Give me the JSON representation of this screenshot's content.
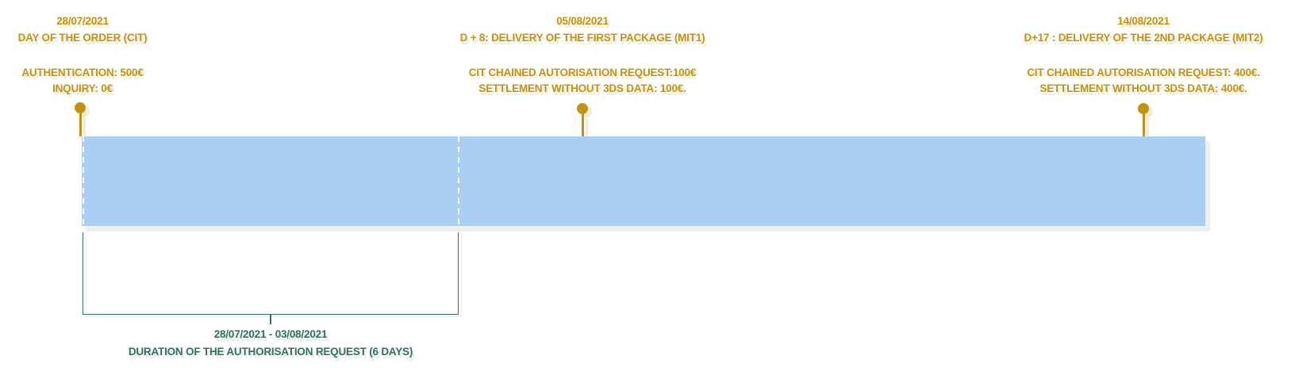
{
  "type": "timeline",
  "palette": {
    "gold": "#C29312",
    "gold_shadow": "#F6ECCD",
    "teal": "#2E725F",
    "teal_shadow": "#E4EDE8",
    "bar_blue": "#ABCFF3"
  },
  "milestones": [
    {
      "date": "28/07/2021",
      "title": "DAY OF THE ORDER (CIT)",
      "detail_lines": [
        "AUTHENTICATION: 500€",
        "INQUIRY: 0€"
      ]
    },
    {
      "date": "05/08/2021",
      "title": "D + 8: DELIVERY OF THE FIRST PACKAGE (MIT1)",
      "detail_lines": [
        "CIT CHAINED AUTORISATION REQUEST:100€",
        "SETTLEMENT WITHOUT 3DS DATA: 100€."
      ]
    },
    {
      "date": "14/08/2021",
      "title": "D+17 : DELIVERY OF THE 2ND PACKAGE (MIT2)",
      "detail_lines": [
        "CIT CHAINED AUTORISATION REQUEST: 400€.",
        "SETTLEMENT WITHOUT 3DS DATA: 400€."
      ]
    }
  ],
  "duration": {
    "range": "28/07/2021 - 03/08/2021",
    "label": "DURATION OF THE AUTHORISATION REQUEST (6 DAYS)"
  }
}
